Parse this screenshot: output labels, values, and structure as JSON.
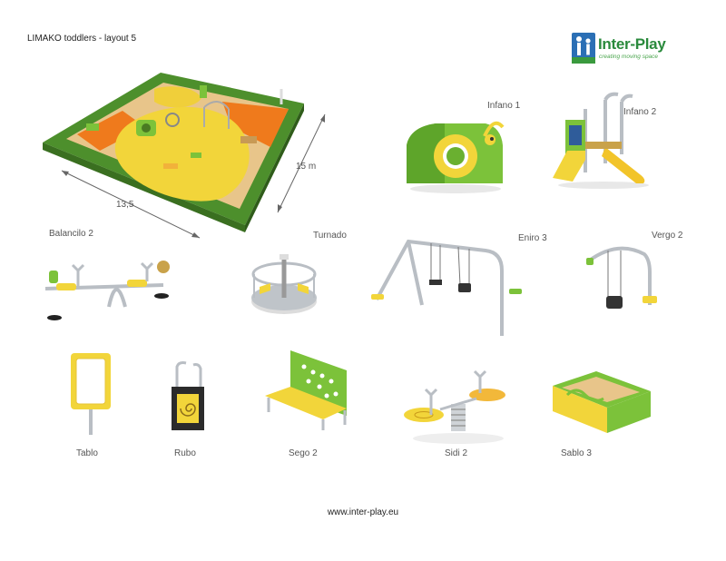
{
  "document": {
    "title": "LIMAKO toddlers - layout 5",
    "website": "www.inter-play.eu"
  },
  "logo": {
    "name": "Inter-Play",
    "tagline": "creating moving space"
  },
  "layout_plan": {
    "width_label": "13,5",
    "depth_label": "15 m"
  },
  "products": [
    {
      "name": "Infano 1"
    },
    {
      "name": "Infano 2"
    },
    {
      "name": "Balancilo 2"
    },
    {
      "name": "Turnado"
    },
    {
      "name": "Eniro 3"
    },
    {
      "name": "Vergo 2"
    },
    {
      "name": "Tablo"
    },
    {
      "name": "Rubo"
    },
    {
      "name": "Sego 2"
    },
    {
      "name": "Sidi 2"
    },
    {
      "name": "Sablo 3"
    }
  ],
  "colors": {
    "brand_green": "#2a8a3c",
    "grass": "#4d8f2c",
    "yellow": "#f2d53a",
    "orange": "#ef7a1c",
    "sand": "#e8c58a",
    "equipment_green": "#7cc23a",
    "steel": "#b9bec4"
  }
}
